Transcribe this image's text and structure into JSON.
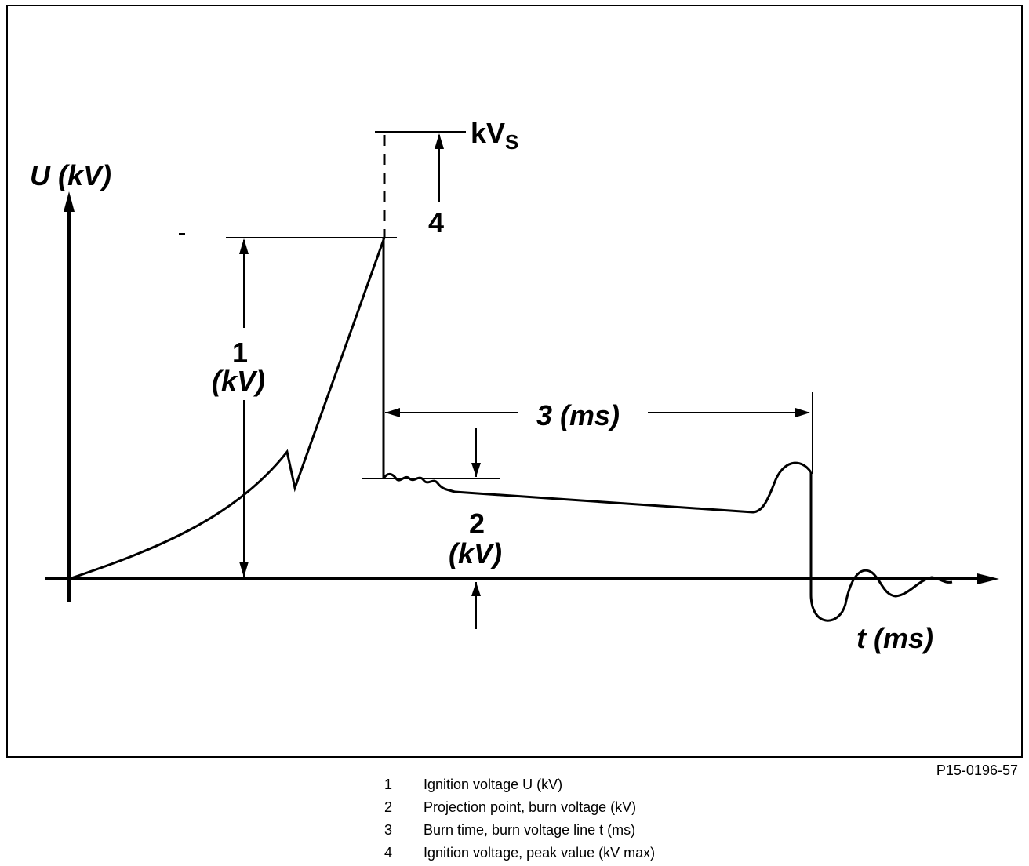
{
  "diagram": {
    "y_axis_label": "U (kV)",
    "x_axis_label": "t (ms)",
    "peak_label": "kV",
    "peak_label_subscript": "S",
    "labels": {
      "ignition_number": "1",
      "ignition_unit": "(kV)",
      "burn_voltage_number": "2",
      "burn_voltage_unit": "(kV)",
      "burn_time": "3 (ms)",
      "peak_number": "4"
    }
  },
  "figure_code": "P15-0196-57",
  "legend": [
    {
      "number": "1",
      "text": "Ignition voltage U (kV)"
    },
    {
      "number": "2",
      "text": "Projection point, burn voltage (kV)"
    },
    {
      "number": "3",
      "text": "Burn time, burn voltage line t (ms)"
    },
    {
      "number": "4",
      "text": "Ignition voltage, peak value (kV max)"
    }
  ]
}
